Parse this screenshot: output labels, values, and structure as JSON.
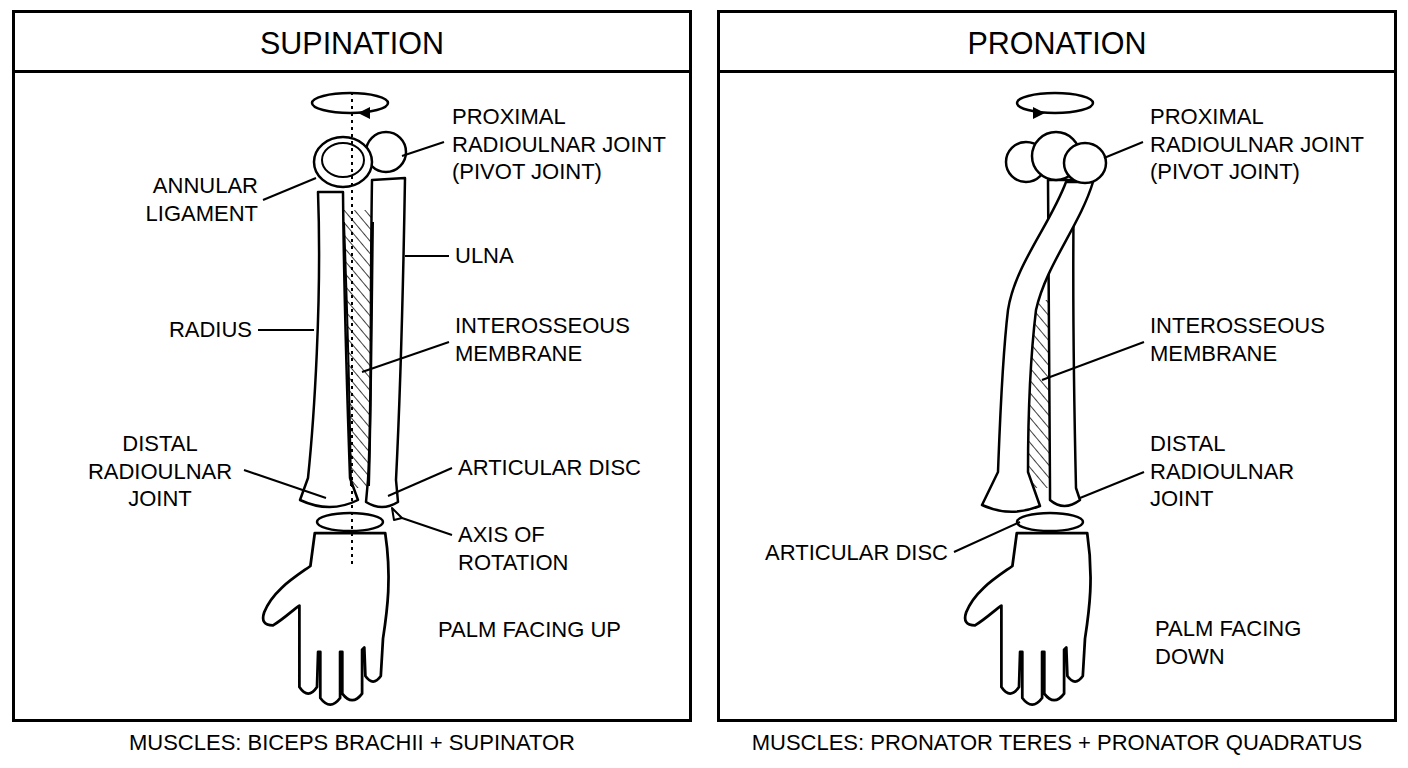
{
  "diagram": {
    "nodes": [
      {
        "text": [
          "SUPINATION",
          "MUSCLES: BICEPS BRACHII + SUPINATOR"
        ]
      },
      {
        "text": [
          "PRONATION",
          "MUSCLES: PRONATOR TERES + PRONATOR QUADRATUS"
        ]
      }
    ],
    "labels": [
      "PROXIMAL RADIOULNAR JOINT (PIVOT JOINT)",
      "ANNULAR LIGAMENT",
      "ULNA",
      "RADIUS",
      "INTEROSSEOUS MEMBRANE",
      "DISTAL RADIOULNAR JOINT",
      "ARTICULAR DISC",
      "AXIS OF ROTATION",
      "PALM FACING UP",
      "PROXIMAL RADIOULNAR JOINT (PIVOT JOINT)",
      "INTEROSSEOUS MEMBRANE",
      "DISTAL RADIOULNAR JOINT",
      "ARTICULAR DISC",
      "PALM FACING DOWN"
    ]
  }
}
